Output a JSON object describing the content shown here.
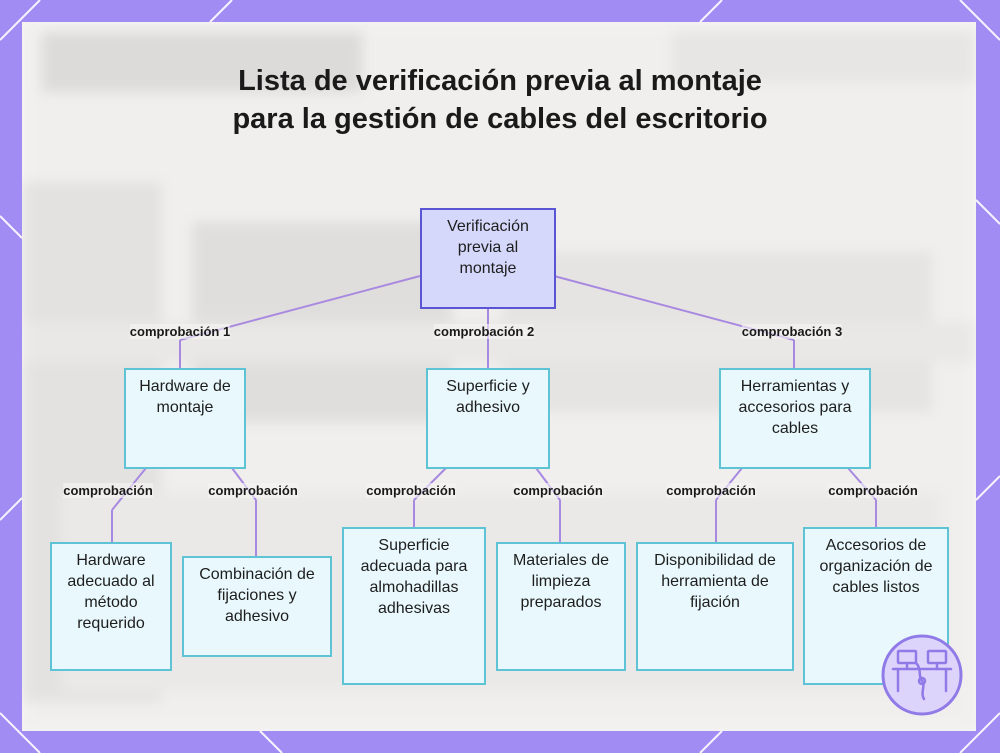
{
  "title": "Lista de verificación previa al montaje para la gestión de cables del escritorio",
  "nodes": {
    "root": "Verificación previa al montaje",
    "hardware": "Hardware de montaje",
    "surface": "Superficie y adhesivo",
    "tools": "Herramientas y accesorios para cables",
    "hw_method": "Hardware adecuado al método requerido",
    "combination": "Combinación de fijaciones y adhesivo",
    "surface_pads": "Superficie adecuada para almohadillas adhesivas",
    "cleaning": "Materiales de limpieza preparados",
    "availability": "Disponibilidad de herramienta de fijación",
    "accessories": "Accesorios de organización de cables listos"
  },
  "edges": {
    "check1": "comprobación 1",
    "check2": "comprobación 2",
    "check3": "comprobación 3",
    "hw_left": "comprobación",
    "hw_right": "comprobación",
    "surf_left": "comprobación",
    "surf_right": "comprobación",
    "tools_left": "comprobación",
    "tools_right": "comprobación"
  },
  "colors": {
    "frame": "#a08cf2",
    "root_fill": "#d5d8fb",
    "root_border": "#5a55d2",
    "node_fill": "#e8f8fc",
    "node_border": "#5ec3d4",
    "link": "#a889e0"
  },
  "icons": [
    "desk-cable-logo-icon"
  ]
}
